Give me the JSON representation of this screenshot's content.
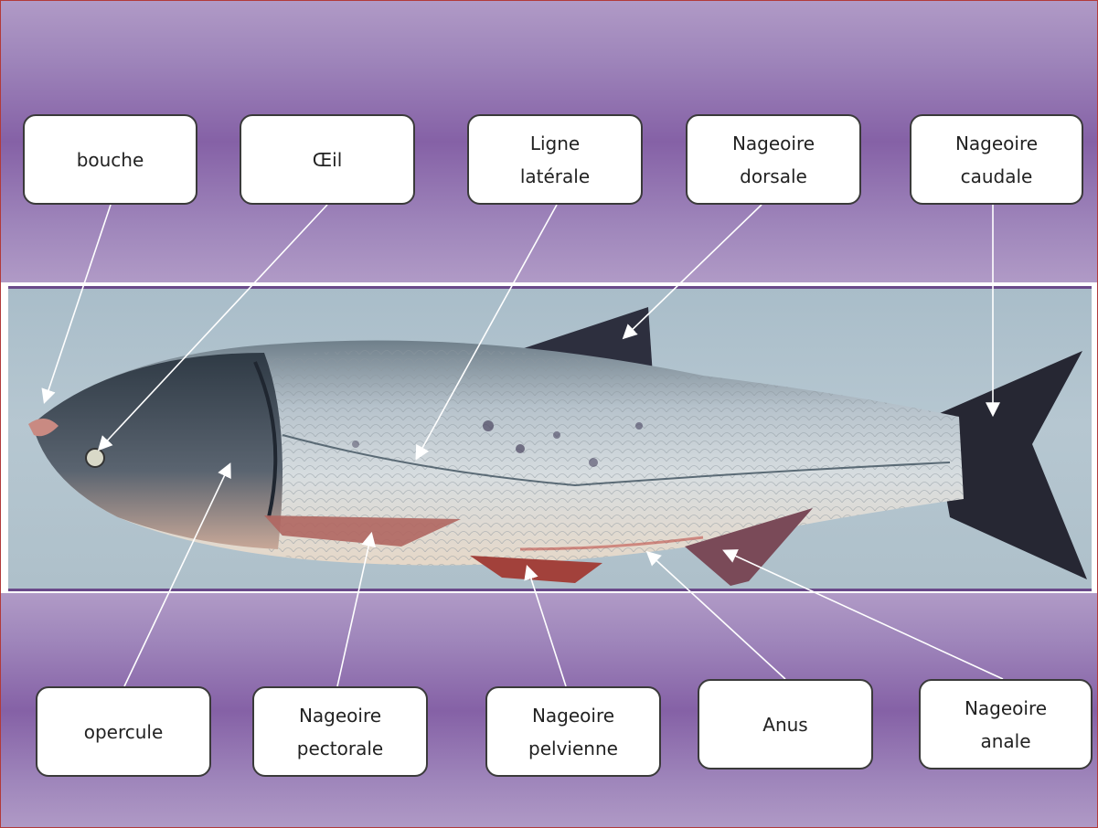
{
  "labels": {
    "bouche": "bouche",
    "oeil": "Œil",
    "ligne_laterale": "Ligne\nlatérale",
    "nageoire_dorsale": "Nageoire\ndorsale",
    "nageoire_caudale": "Nageoire\ncaudale",
    "opercule": "opercule",
    "nageoire_pectorale": "Nageoire\npectorale",
    "nageoire_pelvienne": "Nageoire\npelvienne",
    "anus": "Anus",
    "nageoire_anale": "Nageoire\nanale"
  },
  "colors": {
    "band": "#8561a6",
    "frame_border": "#b23a3a",
    "photo_background": "#b6c7d1",
    "arrow": "#ffffff"
  }
}
